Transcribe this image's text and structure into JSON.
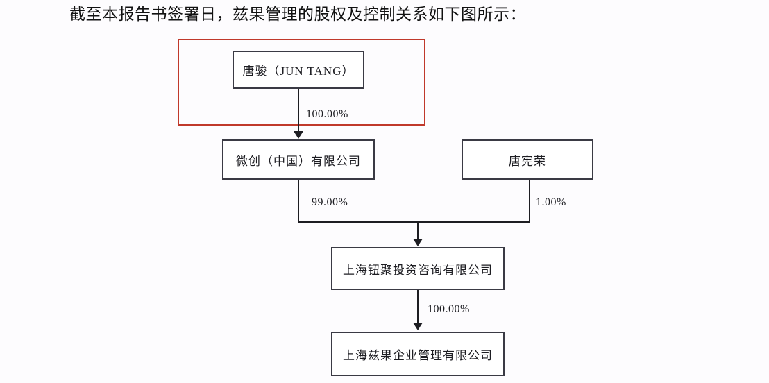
{
  "document": {
    "heading": "截至本报告书签署日，兹果管理的股权及控制关系如下图所示："
  },
  "diagram": {
    "type": "ownership-structure-chart",
    "highlight_color": "#c0392b",
    "box_border_color": "#3a3a44",
    "line_color": "#1d1d22",
    "background_color": "#fdfcfe",
    "nodes": [
      {
        "id": "jun-tang",
        "label": "唐骏（JUN TANG）",
        "highlighted": true
      },
      {
        "id": "microport",
        "label": "微创（中国）有限公司",
        "highlighted": false
      },
      {
        "id": "tang-xianrong",
        "label": "唐宪荣",
        "highlighted": false
      },
      {
        "id": "niuju",
        "label": "上海钮聚投资咨询有限公司",
        "highlighted": false
      },
      {
        "id": "ziguo",
        "label": "上海兹果企业管理有限公司",
        "highlighted": false
      }
    ],
    "edges": [
      {
        "from": "jun-tang",
        "to": "microport",
        "label": "100.00%"
      },
      {
        "from": "microport",
        "to": "niuju",
        "label": "99.00%"
      },
      {
        "from": "tang-xianrong",
        "to": "niuju",
        "label": "1.00%"
      },
      {
        "from": "niuju",
        "to": "ziguo",
        "label": "100.00%"
      }
    ]
  }
}
